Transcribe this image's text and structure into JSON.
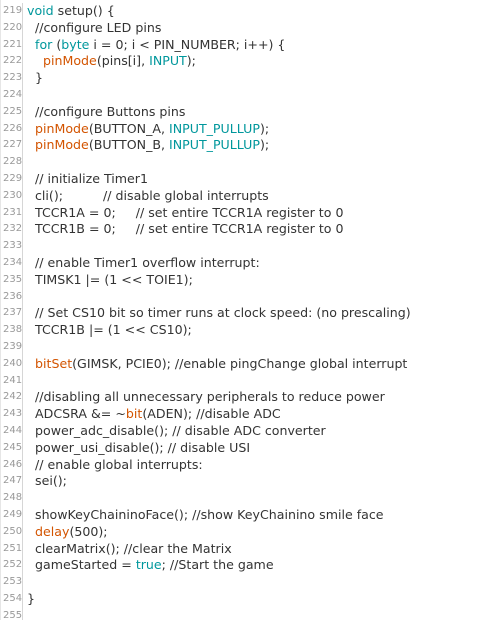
{
  "editor": {
    "colors": {
      "keyword": "#00979c",
      "function": "#d35400",
      "constant": "#00979c",
      "plain": "#333333",
      "line_number": "#999999"
    },
    "lines": [
      {
        "n": "219",
        "tokens": [
          {
            "t": "kw",
            "v": "void"
          },
          {
            "t": "pl",
            "v": " setup() {"
          }
        ]
      },
      {
        "n": "220",
        "tokens": [
          {
            "t": "cm",
            "v": "  //configure LED pins"
          }
        ]
      },
      {
        "n": "221",
        "tokens": [
          {
            "t": "pl",
            "v": "  "
          },
          {
            "t": "kw",
            "v": "for"
          },
          {
            "t": "pl",
            "v": " ("
          },
          {
            "t": "kw",
            "v": "byte"
          },
          {
            "t": "pl",
            "v": " i = 0; i < PIN_NUMBER; i++) {"
          }
        ]
      },
      {
        "n": "222",
        "tokens": [
          {
            "t": "pl",
            "v": "    "
          },
          {
            "t": "fn",
            "v": "pinMode"
          },
          {
            "t": "pl",
            "v": "(pins[i], "
          },
          {
            "t": "const",
            "v": "INPUT"
          },
          {
            "t": "pl",
            "v": ");"
          }
        ]
      },
      {
        "n": "223",
        "tokens": [
          {
            "t": "pl",
            "v": "  }"
          }
        ]
      },
      {
        "n": "224",
        "tokens": []
      },
      {
        "n": "225",
        "tokens": [
          {
            "t": "cm",
            "v": "  //configure Buttons pins"
          }
        ]
      },
      {
        "n": "226",
        "tokens": [
          {
            "t": "pl",
            "v": "  "
          },
          {
            "t": "fn",
            "v": "pinMode"
          },
          {
            "t": "pl",
            "v": "(BUTTON_A, "
          },
          {
            "t": "const",
            "v": "INPUT_PULLUP"
          },
          {
            "t": "pl",
            "v": ");"
          }
        ]
      },
      {
        "n": "227",
        "tokens": [
          {
            "t": "pl",
            "v": "  "
          },
          {
            "t": "fn",
            "v": "pinMode"
          },
          {
            "t": "pl",
            "v": "(BUTTON_B, "
          },
          {
            "t": "const",
            "v": "INPUT_PULLUP"
          },
          {
            "t": "pl",
            "v": ");"
          }
        ]
      },
      {
        "n": "228",
        "tokens": []
      },
      {
        "n": "229",
        "tokens": [
          {
            "t": "cm",
            "v": "  // initialize Timer1"
          }
        ]
      },
      {
        "n": "230",
        "tokens": [
          {
            "t": "pl",
            "v": "  cli();          // disable global interrupts"
          }
        ]
      },
      {
        "n": "231",
        "tokens": [
          {
            "t": "pl",
            "v": "  TCCR1A = 0;     // set entire TCCR1A register to 0"
          }
        ]
      },
      {
        "n": "232",
        "tokens": [
          {
            "t": "pl",
            "v": "  TCCR1B = 0;     // set entire TCCR1A register to 0"
          }
        ]
      },
      {
        "n": "233",
        "tokens": []
      },
      {
        "n": "234",
        "tokens": [
          {
            "t": "cm",
            "v": "  // enable Timer1 overflow interrupt:"
          }
        ]
      },
      {
        "n": "235",
        "tokens": [
          {
            "t": "pl",
            "v": "  TIMSK1 |= (1 << TOIE1);"
          }
        ]
      },
      {
        "n": "236",
        "tokens": []
      },
      {
        "n": "237",
        "tokens": [
          {
            "t": "cm",
            "v": "  // Set CS10 bit so timer runs at clock speed: (no prescaling)"
          }
        ]
      },
      {
        "n": "238",
        "tokens": [
          {
            "t": "pl",
            "v": "  TCCR1B |= (1 << CS10);"
          }
        ]
      },
      {
        "n": "239",
        "tokens": []
      },
      {
        "n": "240",
        "tokens": [
          {
            "t": "pl",
            "v": "  "
          },
          {
            "t": "fn",
            "v": "bitSet"
          },
          {
            "t": "pl",
            "v": "(GIMSK, PCIE0); //enable pingChange global interrupt"
          }
        ]
      },
      {
        "n": "241",
        "tokens": []
      },
      {
        "n": "242",
        "tokens": [
          {
            "t": "cm",
            "v": "  //disabling all unnecessary peripherals to reduce power"
          }
        ]
      },
      {
        "n": "243",
        "tokens": [
          {
            "t": "pl",
            "v": "  ADCSRA &= ~"
          },
          {
            "t": "fn",
            "v": "bit"
          },
          {
            "t": "pl",
            "v": "(ADEN); //disable ADC"
          }
        ]
      },
      {
        "n": "244",
        "tokens": [
          {
            "t": "pl",
            "v": "  power_adc_disable(); // disable ADC converter"
          }
        ]
      },
      {
        "n": "245",
        "tokens": [
          {
            "t": "pl",
            "v": "  power_usi_disable(); // disable USI"
          }
        ]
      },
      {
        "n": "246",
        "tokens": [
          {
            "t": "cm",
            "v": "  // enable global interrupts:"
          }
        ]
      },
      {
        "n": "247",
        "tokens": [
          {
            "t": "pl",
            "v": "  sei();"
          }
        ]
      },
      {
        "n": "248",
        "tokens": []
      },
      {
        "n": "249",
        "tokens": [
          {
            "t": "pl",
            "v": "  showKeyChaininoFace(); //show KeyChainino smile face"
          }
        ]
      },
      {
        "n": "250",
        "tokens": [
          {
            "t": "pl",
            "v": "  "
          },
          {
            "t": "fn",
            "v": "delay"
          },
          {
            "t": "pl",
            "v": "(500);"
          }
        ]
      },
      {
        "n": "251",
        "tokens": [
          {
            "t": "pl",
            "v": "  clearMatrix(); //clear the Matrix"
          }
        ]
      },
      {
        "n": "252",
        "tokens": [
          {
            "t": "pl",
            "v": "  gameStarted = "
          },
          {
            "t": "kw",
            "v": "true"
          },
          {
            "t": "pl",
            "v": "; //Start the game"
          }
        ]
      },
      {
        "n": "253",
        "tokens": []
      },
      {
        "n": "254",
        "tokens": [
          {
            "t": "pl",
            "v": "}"
          }
        ]
      },
      {
        "n": "255",
        "tokens": []
      }
    ]
  }
}
